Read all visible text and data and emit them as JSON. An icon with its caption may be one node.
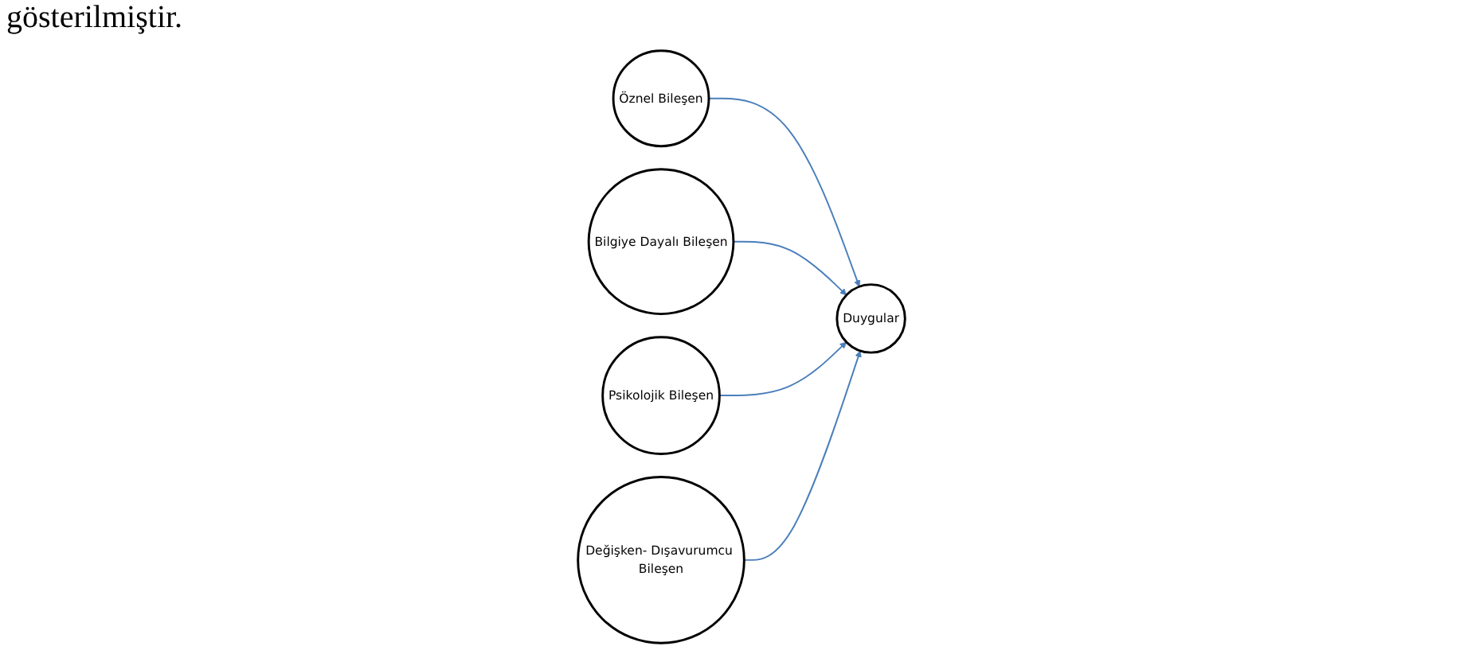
{
  "diagram": {
    "nodes": [
      {
        "text": [
          "Öznel Bileşen"
        ]
      },
      {
        "text": [
          "Bilgiye Dayalı Bileşen"
        ]
      },
      {
        "text": [
          "Duygular"
        ]
      },
      {
        "text": [
          "Psikolojik Bileşen"
        ]
      },
      {
        "text": [
          "Değişken- Dışavurumcu Bileşen"
        ]
      }
    ],
    "edges": [
      {
        "from": 0,
        "to": 2,
        "arrow": "to"
      },
      {
        "from": 1,
        "to": 2,
        "arrow": "to"
      },
      {
        "from": 3,
        "to": 2,
        "arrow": "to"
      },
      {
        "from": 4,
        "to": 2,
        "arrow": "to"
      }
    ],
    "labels": [
      "gösterilmiştir."
    ]
  }
}
